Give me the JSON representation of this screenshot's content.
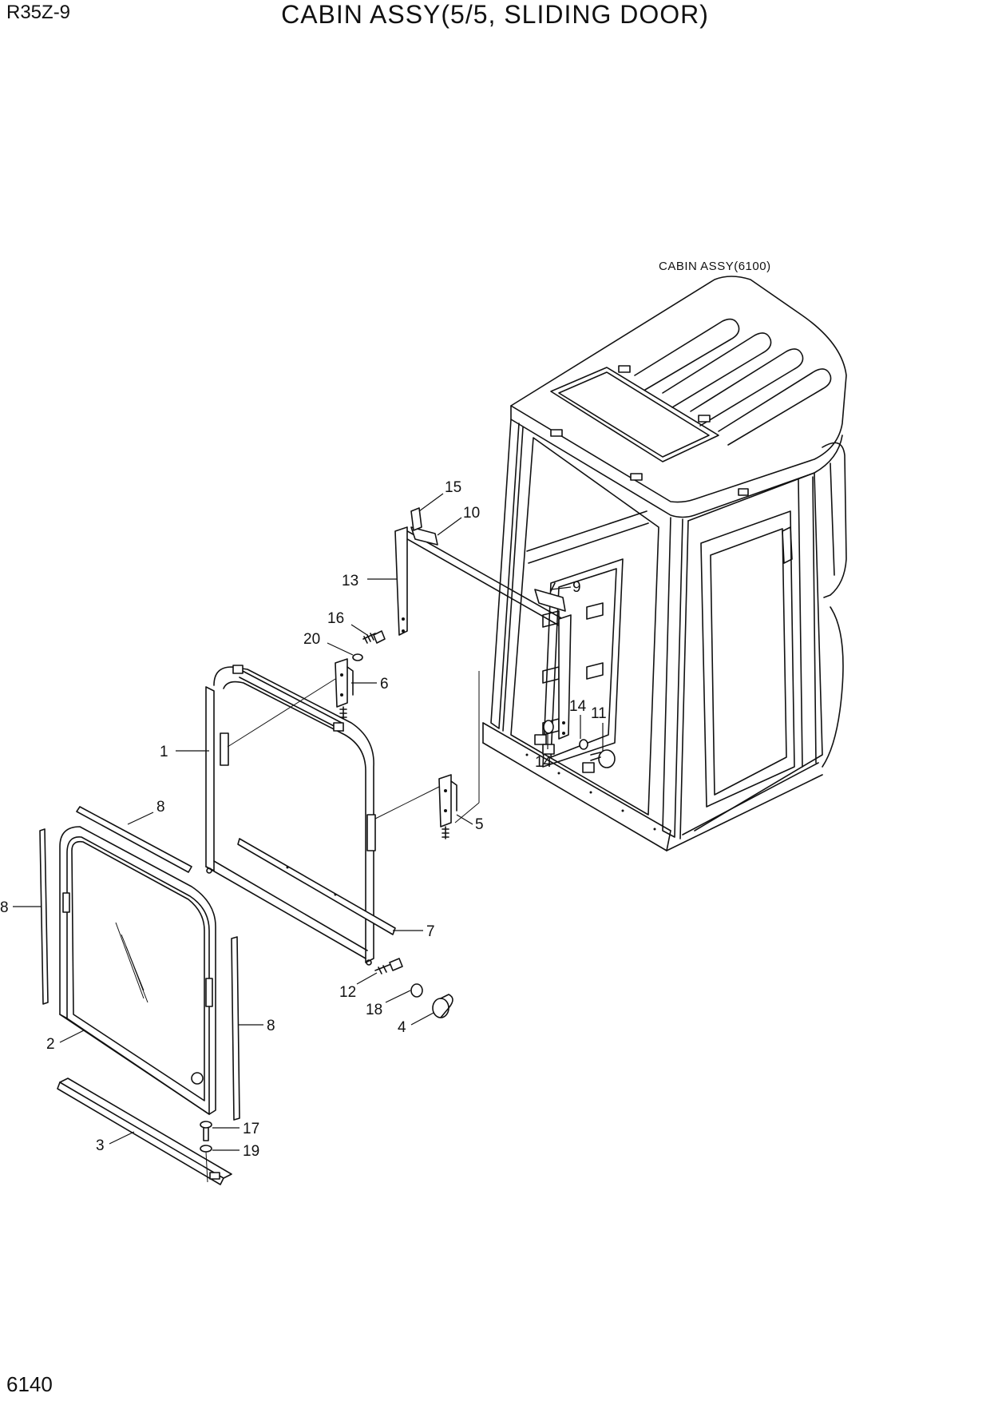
{
  "header": {
    "model": "R35Z-9",
    "title": "CABIN ASSY(5/5, SLIDING DOOR)"
  },
  "footer": {
    "page_number": "6140"
  },
  "diagram": {
    "reference_label": "CABIN ASSY(6100)",
    "callouts": [
      {
        "id": "c1",
        "label": "1"
      },
      {
        "id": "c2",
        "label": "2"
      },
      {
        "id": "c3",
        "label": "3"
      },
      {
        "id": "c4",
        "label": "4"
      },
      {
        "id": "c5",
        "label": "5"
      },
      {
        "id": "c6",
        "label": "6"
      },
      {
        "id": "c7",
        "label": "7"
      },
      {
        "id": "c8a",
        "label": "8"
      },
      {
        "id": "c8b",
        "label": "8"
      },
      {
        "id": "c8c",
        "label": "8"
      },
      {
        "id": "c9",
        "label": "9"
      },
      {
        "id": "c10",
        "label": "10"
      },
      {
        "id": "c11",
        "label": "11"
      },
      {
        "id": "c12",
        "label": "12"
      },
      {
        "id": "c13",
        "label": "13"
      },
      {
        "id": "c14a",
        "label": "14"
      },
      {
        "id": "c14b",
        "label": "14"
      },
      {
        "id": "c15",
        "label": "15"
      },
      {
        "id": "c16",
        "label": "16"
      },
      {
        "id": "c17",
        "label": "17"
      },
      {
        "id": "c18",
        "label": "18"
      },
      {
        "id": "c19",
        "label": "19"
      },
      {
        "id": "c20",
        "label": "20"
      }
    ]
  }
}
